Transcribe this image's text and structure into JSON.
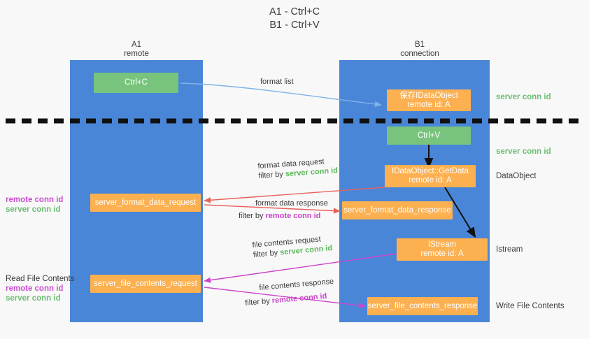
{
  "title": {
    "line1": "A1 - Ctrl+C",
    "line2": "B1 - Ctrl+V"
  },
  "colors": {
    "lane": "#4a86d8",
    "green_node": "#78c47d",
    "orange_node": "#fcb050",
    "server_conn_id": "#6cbf73",
    "remote_conn_id": "#c94fd0",
    "arrow_blue": "#7fb3e8",
    "arrow_red": "#e8625c",
    "arrow_magenta": "#cc44cc",
    "arrow_black": "#111111",
    "background": "#f8f8f8"
  },
  "lanes": [
    {
      "name": "A1",
      "sub": "remote"
    },
    {
      "name": "B1",
      "sub": "connection"
    }
  ],
  "nodes": {
    "ctrl_c": {
      "label": "Ctrl+C"
    },
    "save_idataobject": {
      "line1": "保存IDataObject",
      "line2": "remote id: A"
    },
    "ctrl_v": {
      "label": "Ctrl+V"
    },
    "getdata": {
      "line1": "IDataObject::GetData",
      "line2": "remote id: A"
    },
    "istream": {
      "line1": "IStream",
      "line2": "remote id: A"
    },
    "server_format_data_request": {
      "label": "server_format_data_request"
    },
    "server_format_data_response": {
      "label": "server_format_data_response"
    },
    "server_file_contents_request": {
      "label": "server_file_contents_request"
    },
    "server_file_contents_response": {
      "label": "server_file_contents_response"
    }
  },
  "right_labels": {
    "server_conn_id_top": "server conn id",
    "server_conn_id_mid": "server conn id",
    "dataobject": "DataObject",
    "istream": "Istream",
    "write_file_contents": "Write File Contents"
  },
  "left_labels": {
    "read_file_contents": "Read File Contents",
    "remote_conn_id": "remote conn id",
    "server_conn_id": "server conn id"
  },
  "edges": [
    {
      "id": "format-list",
      "label": "format list",
      "filter_prefix": "",
      "filter_value": ""
    },
    {
      "id": "format-data-request",
      "label": "format data request",
      "filter_prefix": "filter by ",
      "filter_value": "server conn id"
    },
    {
      "id": "format-data-response",
      "label": "format data response",
      "filter_prefix": "filter by ",
      "filter_value": "remote conn id"
    },
    {
      "id": "file-contents-request",
      "label": "file contents request",
      "filter_prefix": "filter by ",
      "filter_value": "server conn id"
    },
    {
      "id": "file-contents-response",
      "label": "file contents response",
      "filter_prefix": "filter by ",
      "filter_value": "remote conn id"
    }
  ]
}
